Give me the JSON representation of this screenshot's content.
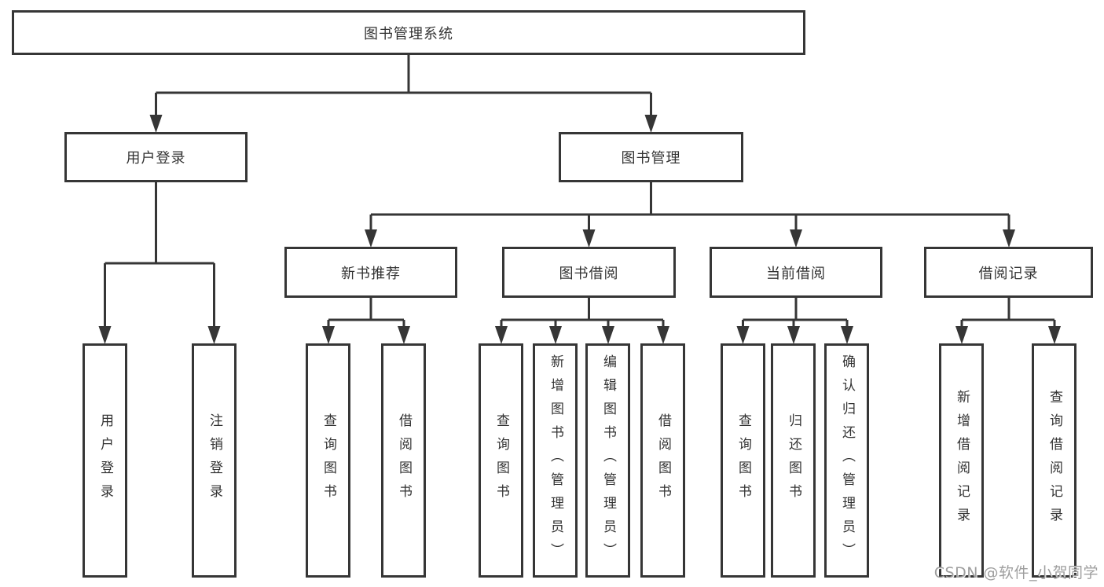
{
  "diagram": {
    "root": {
      "label": "图书管理系统"
    },
    "branches": [
      {
        "label": "用户登录",
        "children": [
          {
            "label": "用户登录"
          },
          {
            "label": "注销登录"
          }
        ]
      },
      {
        "label": "图书管理",
        "children": [
          {
            "label": "新书推荐",
            "children": [
              {
                "label": "查询图书"
              },
              {
                "label": "借阅图书"
              }
            ]
          },
          {
            "label": "图书借阅",
            "children": [
              {
                "label": "查询图书"
              },
              {
                "label": "新增图书（管理员）"
              },
              {
                "label": "编辑图书（管理员）"
              },
              {
                "label": "借阅图书"
              }
            ]
          },
          {
            "label": "当前借阅",
            "children": [
              {
                "label": "查询图书"
              },
              {
                "label": "归还图书"
              },
              {
                "label": "确认归还（管理员）"
              }
            ]
          },
          {
            "label": "借阅记录",
            "children": [
              {
                "label": "新增借阅记录"
              },
              {
                "label": "查询借阅记录"
              }
            ]
          }
        ]
      }
    ]
  },
  "watermark": {
    "text": "CSDN @软件_小贺同学"
  },
  "colors": {
    "line": "#363636",
    "text": "#333333",
    "background": "#ffffff",
    "watermark": "#9e9e9e"
  }
}
